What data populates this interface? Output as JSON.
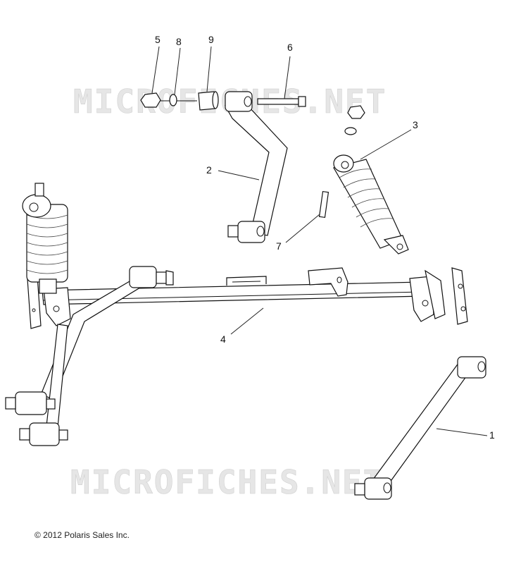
{
  "diagram": {
    "watermark": "MICROFICHES.NET",
    "callouts": [
      {
        "id": "callout-1",
        "label": "1"
      },
      {
        "id": "callout-2",
        "label": "2"
      },
      {
        "id": "callout-3",
        "label": "3"
      },
      {
        "id": "callout-4",
        "label": "4"
      },
      {
        "id": "callout-5",
        "label": "5"
      },
      {
        "id": "callout-6",
        "label": "6"
      },
      {
        "id": "callout-7",
        "label": "7"
      },
      {
        "id": "callout-8",
        "label": "8"
      },
      {
        "id": "callout-9",
        "label": "9"
      }
    ]
  },
  "footer": {
    "copyright": "© 2012 Polaris Sales Inc."
  }
}
